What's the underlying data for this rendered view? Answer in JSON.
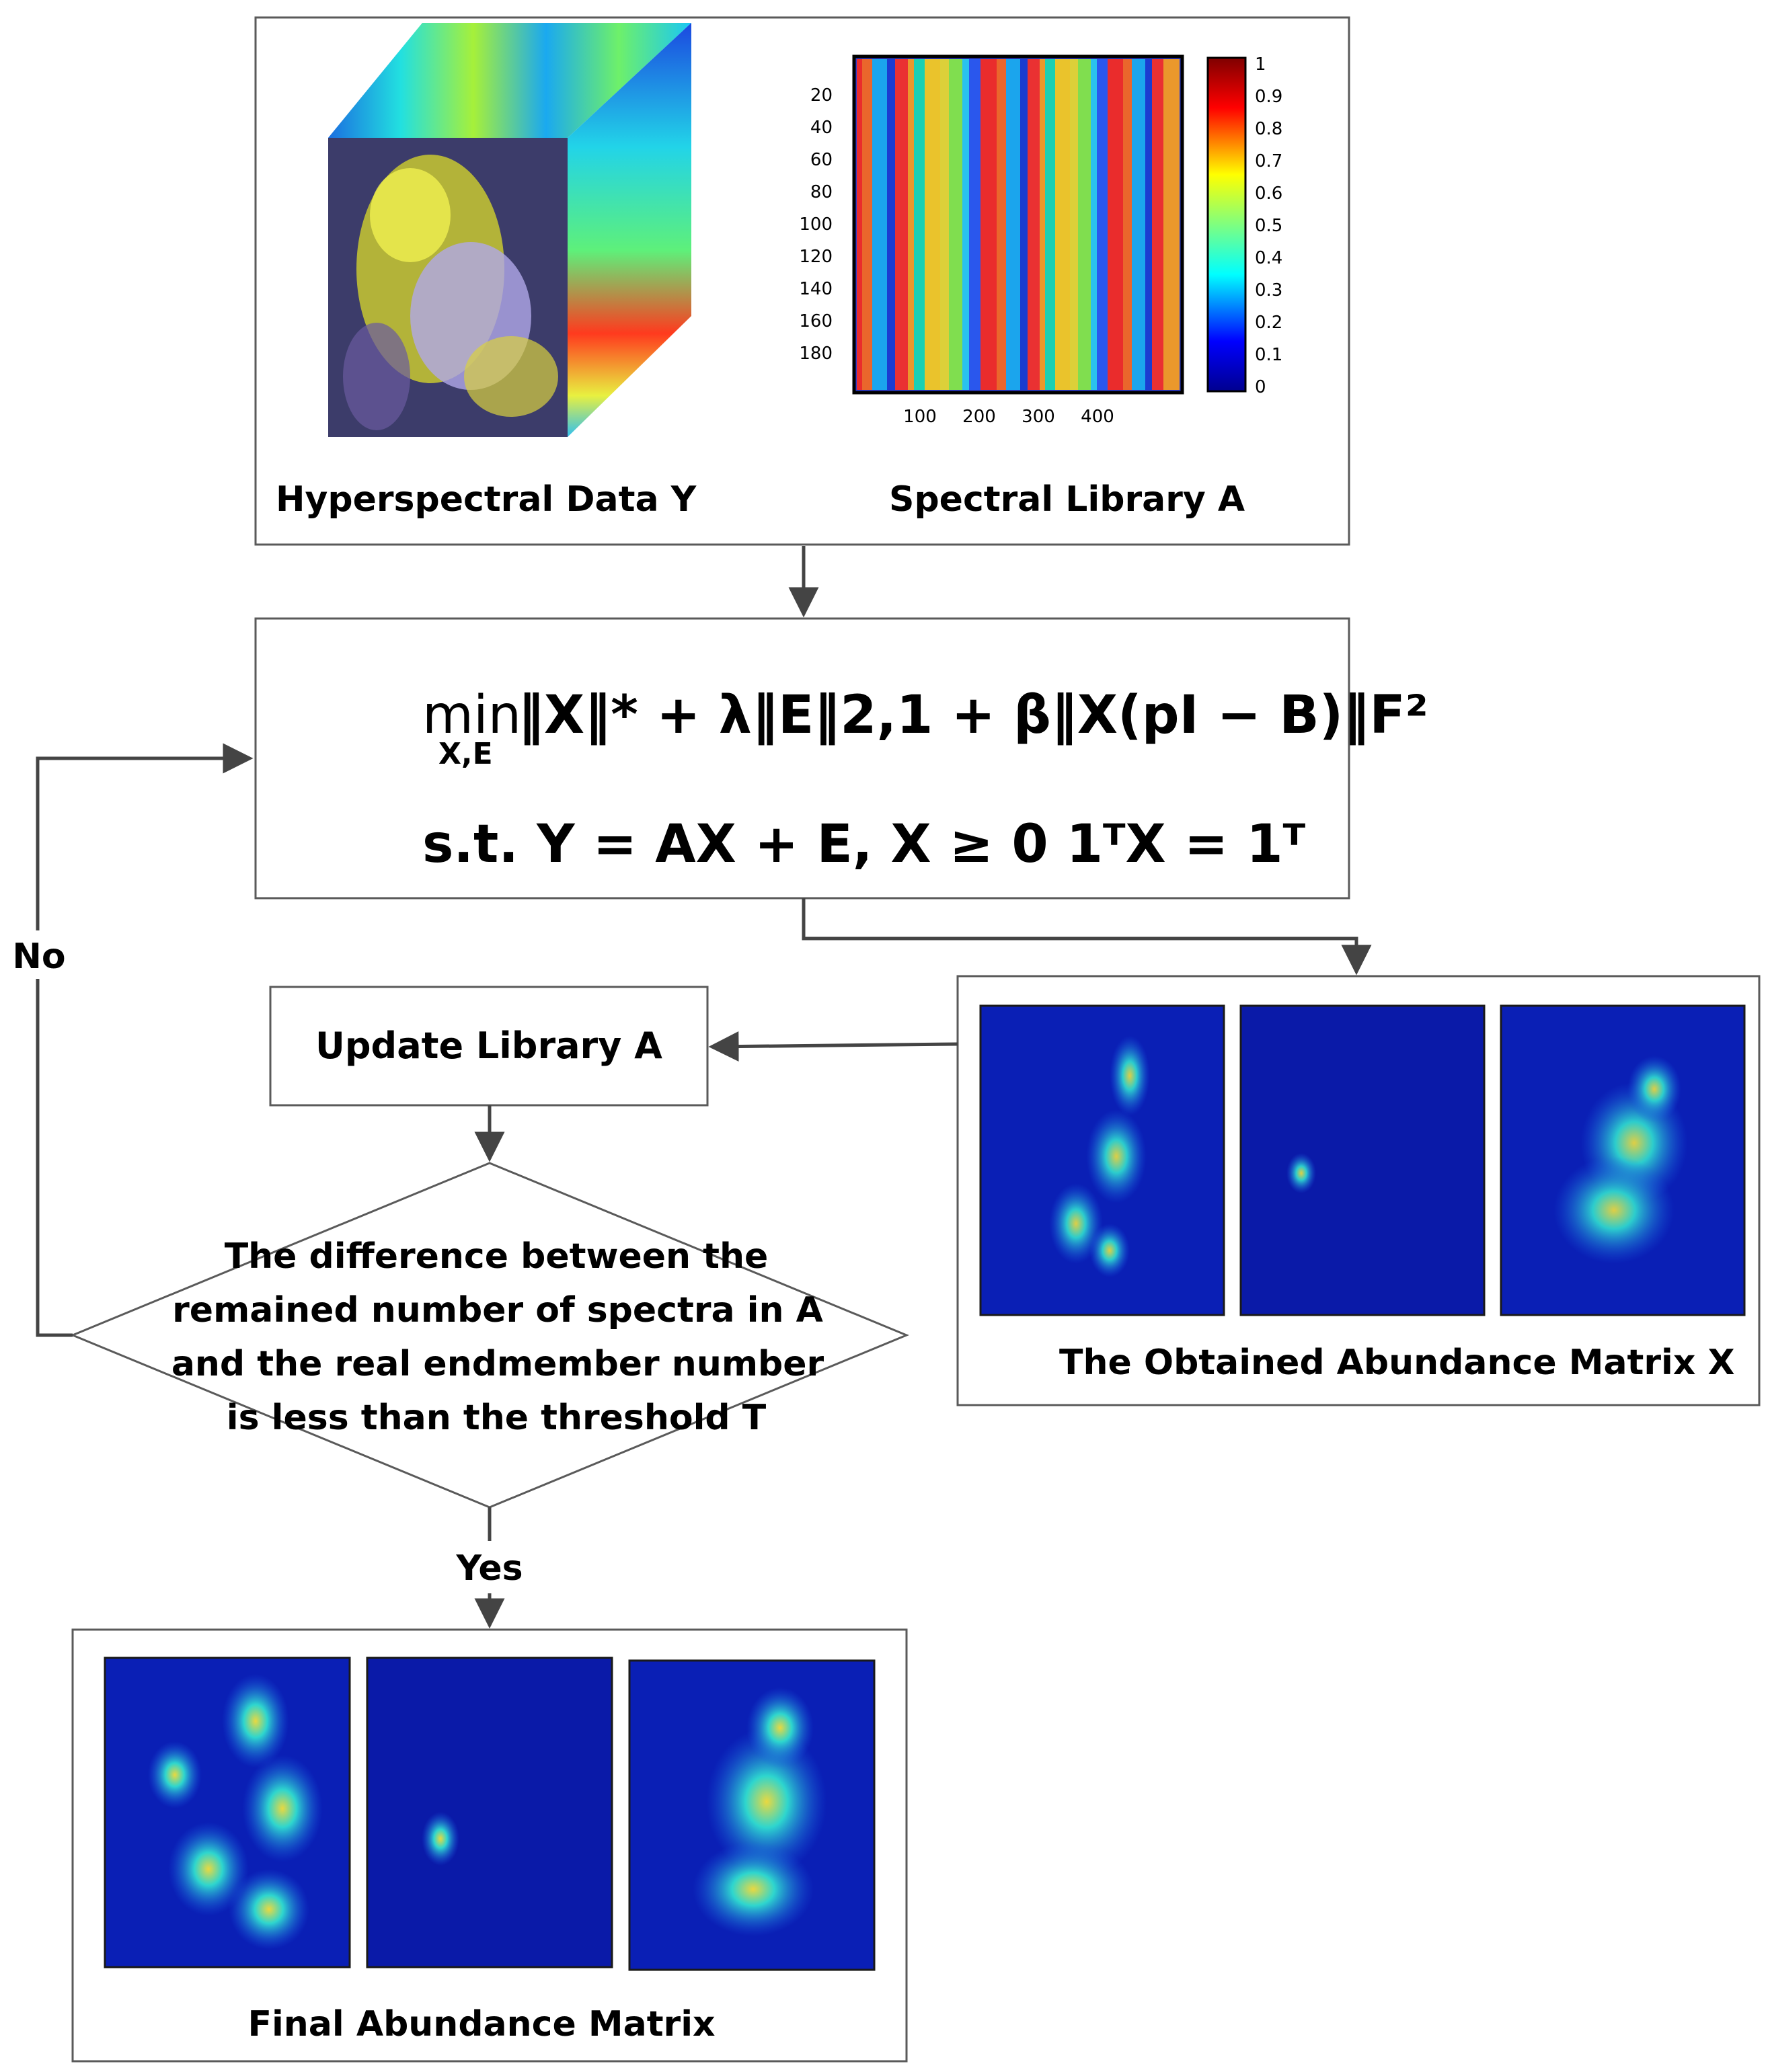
{
  "inputs": {
    "hyperspectral_label": "Hyperspectral Data Y",
    "library_label": "Spectral Library A",
    "library_yticks": [
      "20",
      "40",
      "60",
      "80",
      "100",
      "120",
      "140",
      "160",
      "180"
    ],
    "library_xticks": [
      "100",
      "200",
      "300",
      "400"
    ],
    "colorbar_ticks": [
      "1",
      "0.9",
      "0.8",
      "0.7",
      "0.6",
      "0.5",
      "0.4",
      "0.3",
      "0.2",
      "0.1",
      "0"
    ]
  },
  "objective": {
    "min": "min",
    "min_sub": "X,E",
    "line1": "‖X‖* + λ‖E‖2,1 + β‖X(pI − B)‖F²",
    "line2": "s.t. Y = AX + E, X ≥ 0 1ᵀX = 1ᵀ"
  },
  "flow": {
    "no_label": "No",
    "yes_label": "Yes",
    "update_label": "Update Library A",
    "decision_lines": [
      "The difference between the",
      "remained number of spectra in A",
      "and the real endmember number",
      "is less than the threshold T"
    ]
  },
  "abundance": {
    "obtained_label": "The Obtained Abundance Matrix X",
    "final_label": "Final Abundance Matrix"
  },
  "colors": {
    "map_background": "#0a1fb5",
    "arrow": "#444444",
    "box_border": "#5a5a5a"
  }
}
